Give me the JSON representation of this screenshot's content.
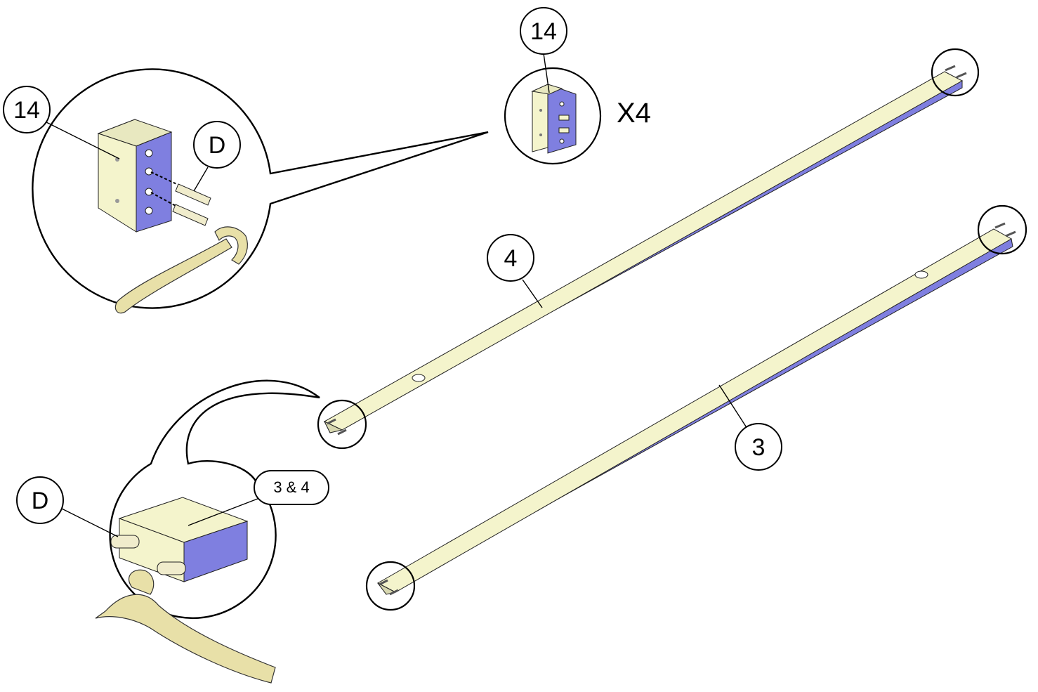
{
  "callouts": {
    "spacer_block_top": "14",
    "spacer_block_detail": "14",
    "dowel_top_detail": "D",
    "dowel_bottom_detail": "D",
    "rail_four": "4",
    "rail_three": "3",
    "rails_detail": "3 & 4"
  },
  "quantity_label": "X4",
  "colors": {
    "wood_face": "#f4f4cc",
    "wood_side": "#7f7fe0",
    "wood_end": "#d8d8b0",
    "tool": "#e8e0a8",
    "line": "#000000"
  }
}
